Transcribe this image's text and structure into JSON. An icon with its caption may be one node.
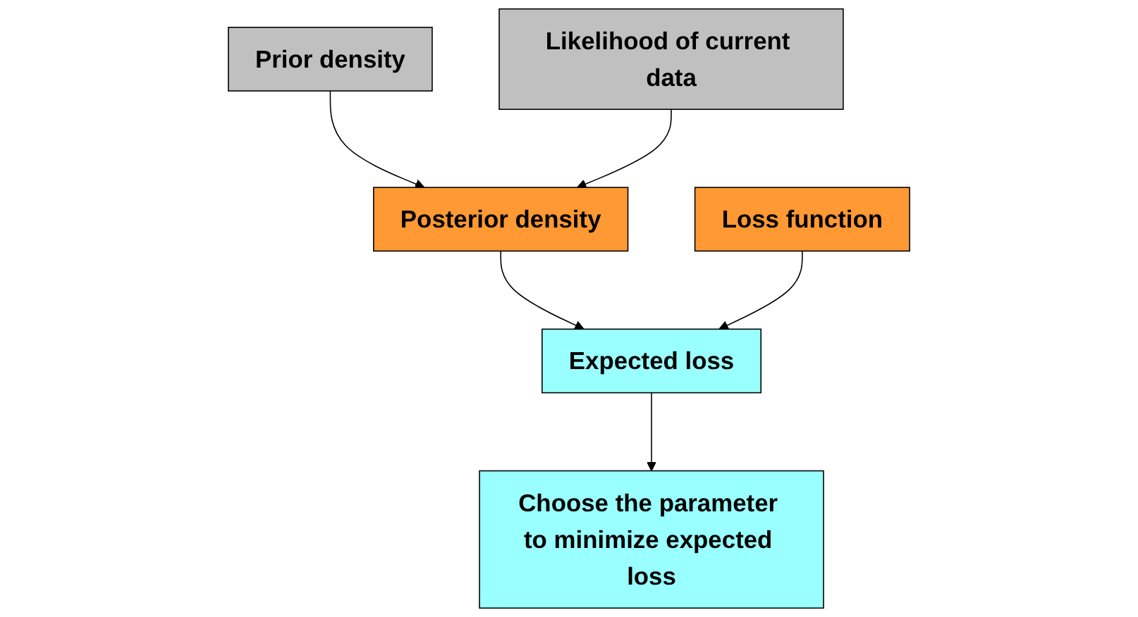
{
  "diagram": {
    "nodes": [
      {
        "text": [
          "Prior density"
        ]
      },
      {
        "text": [
          "Likelihood of current data"
        ]
      },
      {
        "text": [
          "Loss function"
        ]
      },
      {
        "text": [
          "Posterior density"
        ]
      },
      {
        "text": [
          "Expected loss"
        ]
      },
      {
        "text": [
          "Choose the parameter to minimize expected loss"
        ]
      }
    ],
    "edges": [
      {
        "from": 0,
        "to": 3,
        "arrow": "to"
      },
      {
        "from": 1,
        "to": 3,
        "arrow": "to"
      },
      {
        "from": 3,
        "to": 4,
        "arrow": "to"
      },
      {
        "from": 2,
        "to": 4,
        "arrow": "to"
      },
      {
        "from": 4,
        "to": 5,
        "arrow": "to"
      }
    ]
  }
}
